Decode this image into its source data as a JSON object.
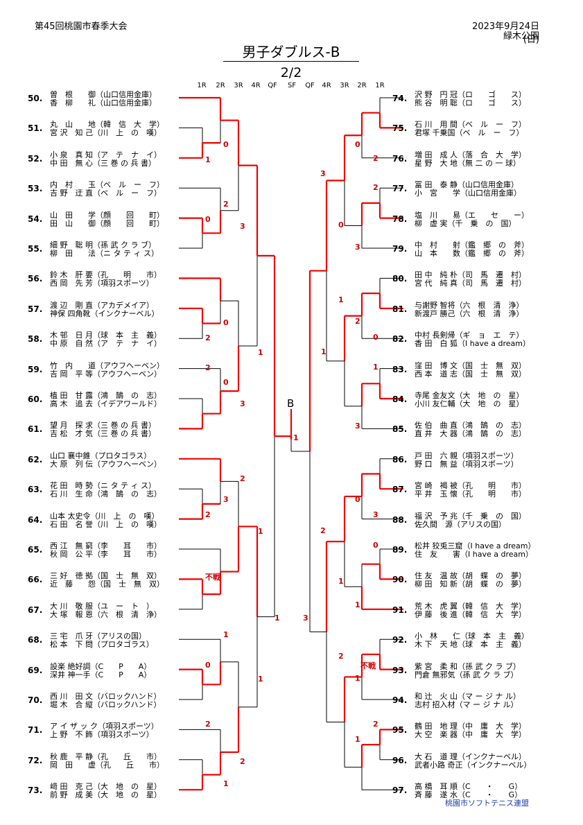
{
  "header": {
    "event": "第45回桃園市春季大会",
    "date": "2023年9月24日(日)",
    "venue": "緑木公園"
  },
  "title": "男子ダブルス-B",
  "page": "2/2",
  "rounds": [
    "1R",
    "2R",
    "3R",
    "4R",
    "QF",
    "SF",
    "QF",
    "4R",
    "3R",
    "2R",
    "1R"
  ],
  "center_label": "B",
  "footer": "桃園市ソフトテニス連盟",
  "left_players": [
    {
      "no": "50.",
      "a": "曽　根　　御（山口信用金庫）",
      "b": "香　柳　　礼（山口信用金庫）"
    },
    {
      "no": "51.",
      "a": "丸　山　　地（韓　信　大　学）",
      "b": "宮 沢　知 己（川　上　の　嘆）"
    },
    {
      "no": "52.",
      "a": "小 泉　真 知（ア　テ　ナ　イ）",
      "b": "中 田　無 心（三 巻 の 兵 書）"
    },
    {
      "no": "53.",
      "a": "内　村　　玉（ベ　ル　ー　フ）",
      "b": "吉 野　迂 直（ベ　ル　ー　フ）"
    },
    {
      "no": "54.",
      "a": "山　田　　学（顔　　回　　町）",
      "b": "田　山　　御（顔　　回　　町）"
    },
    {
      "no": "55.",
      "a": "細 野　聡 明（孫 武 ク ラ ブ）",
      "b": "柳　田　　法（ニ タ テ ィ ス）"
    },
    {
      "no": "56.",
      "a": "鈴 木　肝 要（孔　　明　　市）",
      "b": "西 岡　先 芳（項羽スポーツ）"
    },
    {
      "no": "57.",
      "a": "渡 辺　剛 直（アカデメイア）",
      "b": "神保 四角靴（インクナーベル）"
    },
    {
      "no": "58.",
      "a": "木 邨　日 月（球　本　主　義）",
      "b": "中 原　自 然（ア　テ　ナ　イ）"
    },
    {
      "no": "59.",
      "a": "竹　内　　道（アウフヘーベン）",
      "b": "吉 岡　平 等（アウフヘーベン）"
    },
    {
      "no": "60.",
      "a": "植 田　甘 露（鴻　鵠　の　志）",
      "b": "高 木　追 去（イデアワールド）"
    },
    {
      "no": "61.",
      "a": "望 月　探 求（三 巻 の 兵 書）",
      "b": "吉 松　才 気（三 巻 の 兵 書）"
    },
    {
      "no": "62.",
      "a": "山口 襄中錐（プロタゴラス）",
      "b": "大 原　列 伝（アウフヘーベン）"
    },
    {
      "no": "63.",
      "a": "花 田　時 勢（ニ タ テ ィ ス）",
      "b": "石 川　生 命（鴻　鵠　の　志）"
    },
    {
      "no": "64.",
      "a": "山本 太史令（川　上　の　嘆）",
      "b": "石 田　名 誉（川　上　の　嘆）"
    },
    {
      "no": "65.",
      "a": "西 江　無 窮（李　　耳　　市）",
      "b": "秋 岡　公 平（李　　耳　　市）"
    },
    {
      "no": "66.",
      "a": "三 好　徳 拠（国　士　無　双）",
      "b": "近　藤　　怨（国　士　無　双）"
    },
    {
      "no": "67.",
      "a": "大 川　敬 服（ユ　ー　ト　）",
      "b": "大 塚　報 恩（六　根　清　浄）"
    },
    {
      "no": "68.",
      "a": "三 宅　爪 牙（アリスの国）",
      "b": "松 本　下 問（プロタゴラス）"
    },
    {
      "no": "69.",
      "a": "設楽 絶好調（C　　P　　A）",
      "b": "深井 神一手（C　　P　　A）"
    },
    {
      "no": "70.",
      "a": "西 川　田 文（バロックハンド）",
      "b": "堀 木　合 縦（バロックハンド）"
    },
    {
      "no": "71.",
      "a": "ア イ ザ ッ ク（項羽スポーツ）",
      "b": "上 野　不 飾（項羽スポーツ）"
    },
    {
      "no": "72.",
      "a": "秋 鹿　平 静（孔　　丘　　市）",
      "b": "岡　田　　虚（孔　　丘　　市）"
    },
    {
      "no": "73.",
      "a": "﨑 田　克 己（大　地　の　星）",
      "b": "前 野　成 美（大　地　の　星）"
    }
  ],
  "right_players": [
    {
      "no": "74.",
      "a": "沢 野　円 冠（ロ　　ゴ　　ス）",
      "b": "熊 谷　明 聡（ロ　　ゴ　　ス）"
    },
    {
      "no": "75.",
      "a": "石 川　用 間（ベ　ル　ー　フ）",
      "b": "君塚 千乗国（ベ　ル　ー　フ）"
    },
    {
      "no": "76.",
      "a": "増 田　成 人（落　合　大　学）",
      "b": "星 野　大 地（無 二 の 一 球）"
    },
    {
      "no": "77.",
      "a": "冨 田　泰 静（山口信用金庫）",
      "b": "小　宮　　学（山口信用金庫）"
    },
    {
      "no": "78.",
      "a": "塩　川　　易（エ　　セ　　ー）",
      "b": "柳　虚 実（千　乗　の　国）"
    },
    {
      "no": "79.",
      "a": "中　村　　射（鑑　郷　の　斧）",
      "b": "山　本　　数（鑑　郷　の　斧）"
    },
    {
      "no": "80.",
      "a": "田 中　純 朴（司　馬　遷　村）",
      "b": "宮 代　純 真（司　馬　遷　村）"
    },
    {
      "no": "81.",
      "a": "与謝野 智将（六　根　清　浄）",
      "b": "新渡戸 勝己（六　根　清　浄）"
    },
    {
      "no": "82.",
      "a": "中村 長剣帰（ギ　ョ　エ　テ）",
      "b": "香 田　白 狐（I have a dream）"
    },
    {
      "no": "83.",
      "a": "窪 田　博 文（国　士　無　双）",
      "b": "西 本　道 志（国　士　無　双）"
    },
    {
      "no": "84.",
      "a": "寺尾 金友文（大　地　の　星）",
      "b": "小川 友仁輔（大　地　の　星）"
    },
    {
      "no": "85.",
      "a": "佐 伯　曲 直（鴻　鵠　の　志）",
      "b": "直 井　大 器（鴻　鵠　の　志）"
    },
    {
      "no": "86.",
      "a": "戸 田　六 親（項羽スポーツ）",
      "b": "野 口　無 益（項羽スポーツ）"
    },
    {
      "no": "87.",
      "a": "宮 崎　褐 被（孔　　明　　市）",
      "b": "平 井　玉 懐（孔　　明　　市）"
    },
    {
      "no": "88.",
      "a": "福 沢　予 兆（千　乗　の　国）",
      "b": "佐久間　源（アリスの国）"
    },
    {
      "no": "89.",
      "a": "松井 狡兎三窟（I have a dream）",
      "b": "住　友　　害（I have a dream）"
    },
    {
      "no": "90.",
      "a": "住 友　温 故（胡　蝶　の　夢）",
      "b": "柳 田　知 新（胡　蝶　の　夢）"
    },
    {
      "no": "91.",
      "a": "荒 木　虎 翼（韓　信　大　学）",
      "b": "伊 藤　後 進（韓　信　大　学）"
    },
    {
      "no": "92.",
      "a": "小　林　　仁（球　本　主　義）",
      "b": "木 下　天 地（球　本　主　義）"
    },
    {
      "no": "93.",
      "a": "紫 宮　柔 和（孫 武 ク ラ ブ）",
      "b": "門倉 無邪気（孫 武 ク ラ ブ）"
    },
    {
      "no": "94.",
      "a": "和 辻　火 山（マ ー ジ ナ ル）",
      "b": "志村 招入材（マ ー ジ ナ ル）"
    },
    {
      "no": "95.",
      "a": "鶴 田　地 理（中　庸　大　学）",
      "b": "大 空　楽 器（中　庸　大　学）"
    },
    {
      "no": "96.",
      "a": "大 石　道 理（インクナーベル）",
      "b": "武者小路 奇正（インクナーベル）"
    },
    {
      "no": "97.",
      "a": "高 橋　耳 順（C　　・　　G）",
      "b": "斉 藤　遂 水（C　　・　　G）"
    }
  ],
  "scores": [
    [
      "0",
      322,
      208
    ],
    [
      "1",
      296,
      230
    ],
    [
      "2",
      322,
      294
    ],
    [
      "0",
      296,
      316
    ],
    [
      "3",
      346,
      326
    ],
    [
      "0",
      322,
      465
    ],
    [
      "2",
      296,
      487
    ],
    [
      "1",
      372,
      508
    ],
    [
      "2",
      296,
      530
    ],
    [
      "0",
      322,
      551
    ],
    [
      "3",
      346,
      582
    ],
    [
      "2",
      346,
      690
    ],
    [
      "3",
      322,
      720
    ],
    [
      "2",
      296,
      742
    ],
    [
      "1",
      372,
      766
    ],
    [
      "不戦",
      296,
      830
    ],
    [
      "1",
      396,
      891
    ],
    [
      "1",
      322,
      915
    ],
    [
      "0",
      296,
      959
    ],
    [
      "1",
      372,
      979
    ],
    [
      "2",
      296,
      1044
    ],
    [
      "2",
      346,
      1098
    ],
    [
      "1",
      322,
      1130
    ],
    [
      "1",
      423,
      631
    ],
    [
      "0",
      512,
      208
    ],
    [
      "2",
      538,
      228
    ],
    [
      "3",
      462,
      250
    ],
    [
      "2",
      538,
      270
    ],
    [
      "0",
      488,
      324
    ],
    [
      "3",
      512,
      356
    ],
    [
      "1",
      488,
      432
    ],
    [
      "2",
      512,
      463
    ],
    [
      "0",
      538,
      486
    ],
    [
      "1",
      538,
      529
    ],
    [
      "1",
      463,
      507
    ],
    [
      "3",
      512,
      614
    ],
    [
      "0",
      512,
      720
    ],
    [
      "3",
      538,
      742
    ],
    [
      "2",
      462,
      765
    ],
    [
      "0",
      538,
      786
    ],
    [
      "1",
      488,
      838
    ],
    [
      "1",
      512,
      872
    ],
    [
      "3",
      437,
      891
    ],
    [
      "2",
      488,
      946
    ],
    [
      "不戦",
      520,
      958
    ],
    [
      "1",
      512,
      978
    ],
    [
      "2",
      538,
      1044
    ],
    [
      "1",
      512,
      1066
    ]
  ]
}
